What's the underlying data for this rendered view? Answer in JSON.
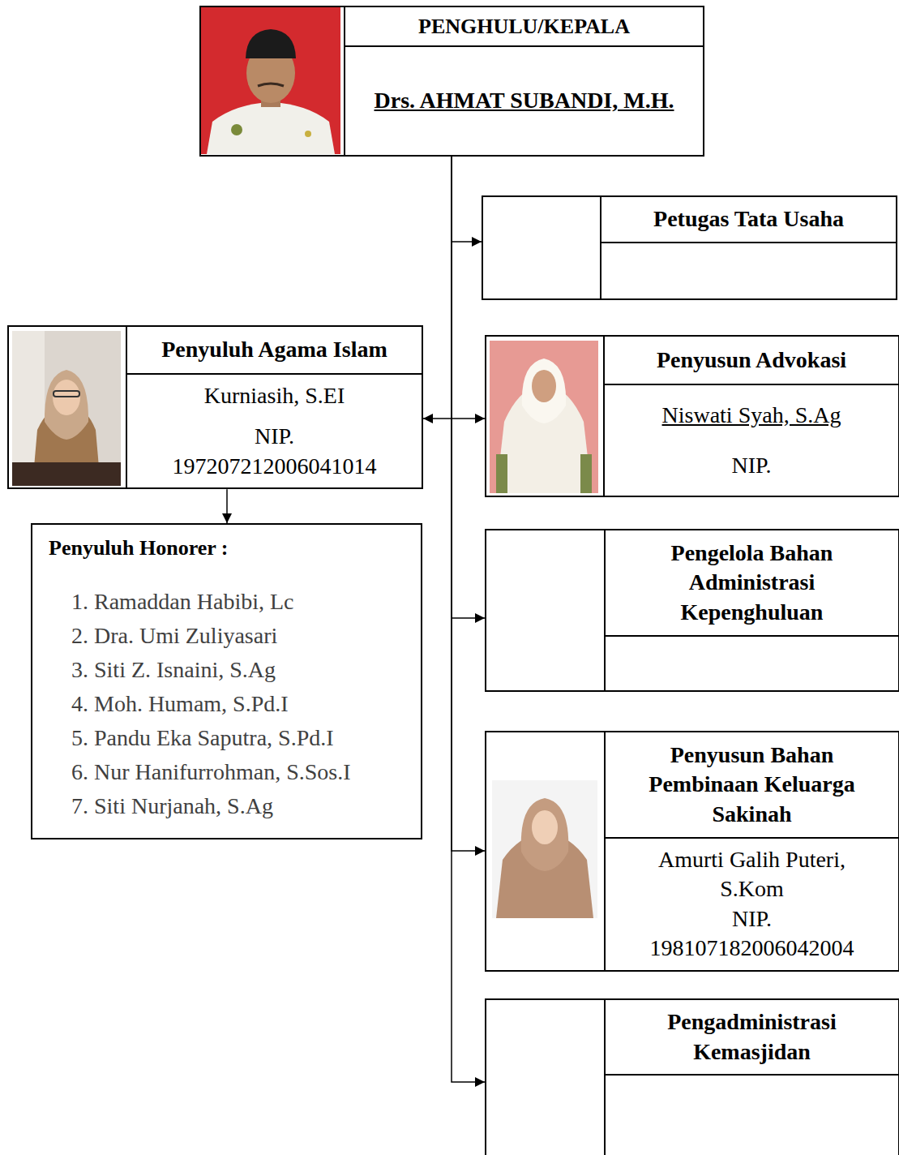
{
  "diagram": {
    "nodes": [
      {
        "text": [
          "PENGHULU/KEPALA",
          "Drs. AHMAT SUBANDI, M.H."
        ]
      },
      {
        "text": [
          "Petugas Tata Usaha"
        ]
      },
      {
        "text": [
          "Penyuluh Agama Islam",
          "Kurniasih, S.EI",
          "NIP. 197207212006041014"
        ]
      },
      {
        "text": [
          "Penyusun Advokasi",
          "Niswati Syah, S.Ag",
          "NIP."
        ]
      },
      {
        "text": [
          "Penyuluh Honorer :",
          "1. Ramaddan Habibi, Lc",
          "2. Dra. Umi Zuliyasari",
          "3. Siti Z. Isnaini, S.Ag",
          "4. Moh. Humam, S.Pd.I",
          "5. Pandu Eka Saputra, S.Pd.I",
          "6. Nur Hanifurrohman, S.Sos.I",
          "7. Siti Nurjanah, S.Ag"
        ]
      },
      {
        "text": [
          "Pengelola Bahan Administrasi Kepenghuluan"
        ]
      },
      {
        "text": [
          "Penyusun Bahan Pembinaan Keluarga Sakinah",
          "Amurti Galih Puteri, S.Kom",
          "NIP. 198107182006042004"
        ]
      },
      {
        "text": [
          "Pengadministrasi Kemasjidan"
        ]
      }
    ],
    "edges": [
      {
        "from": 0,
        "to": 1,
        "arrow": "to"
      },
      {
        "from": 0,
        "to": 2,
        "arrow": "to"
      },
      {
        "from": 0,
        "to": 3,
        "arrow": "to"
      },
      {
        "from": 2,
        "to": 4,
        "arrow": "to"
      },
      {
        "from": 0,
        "to": 5,
        "arrow": "to"
      },
      {
        "from": 0,
        "to": 6,
        "arrow": "to"
      },
      {
        "from": 0,
        "to": 7,
        "arrow": "to"
      }
    ]
  }
}
